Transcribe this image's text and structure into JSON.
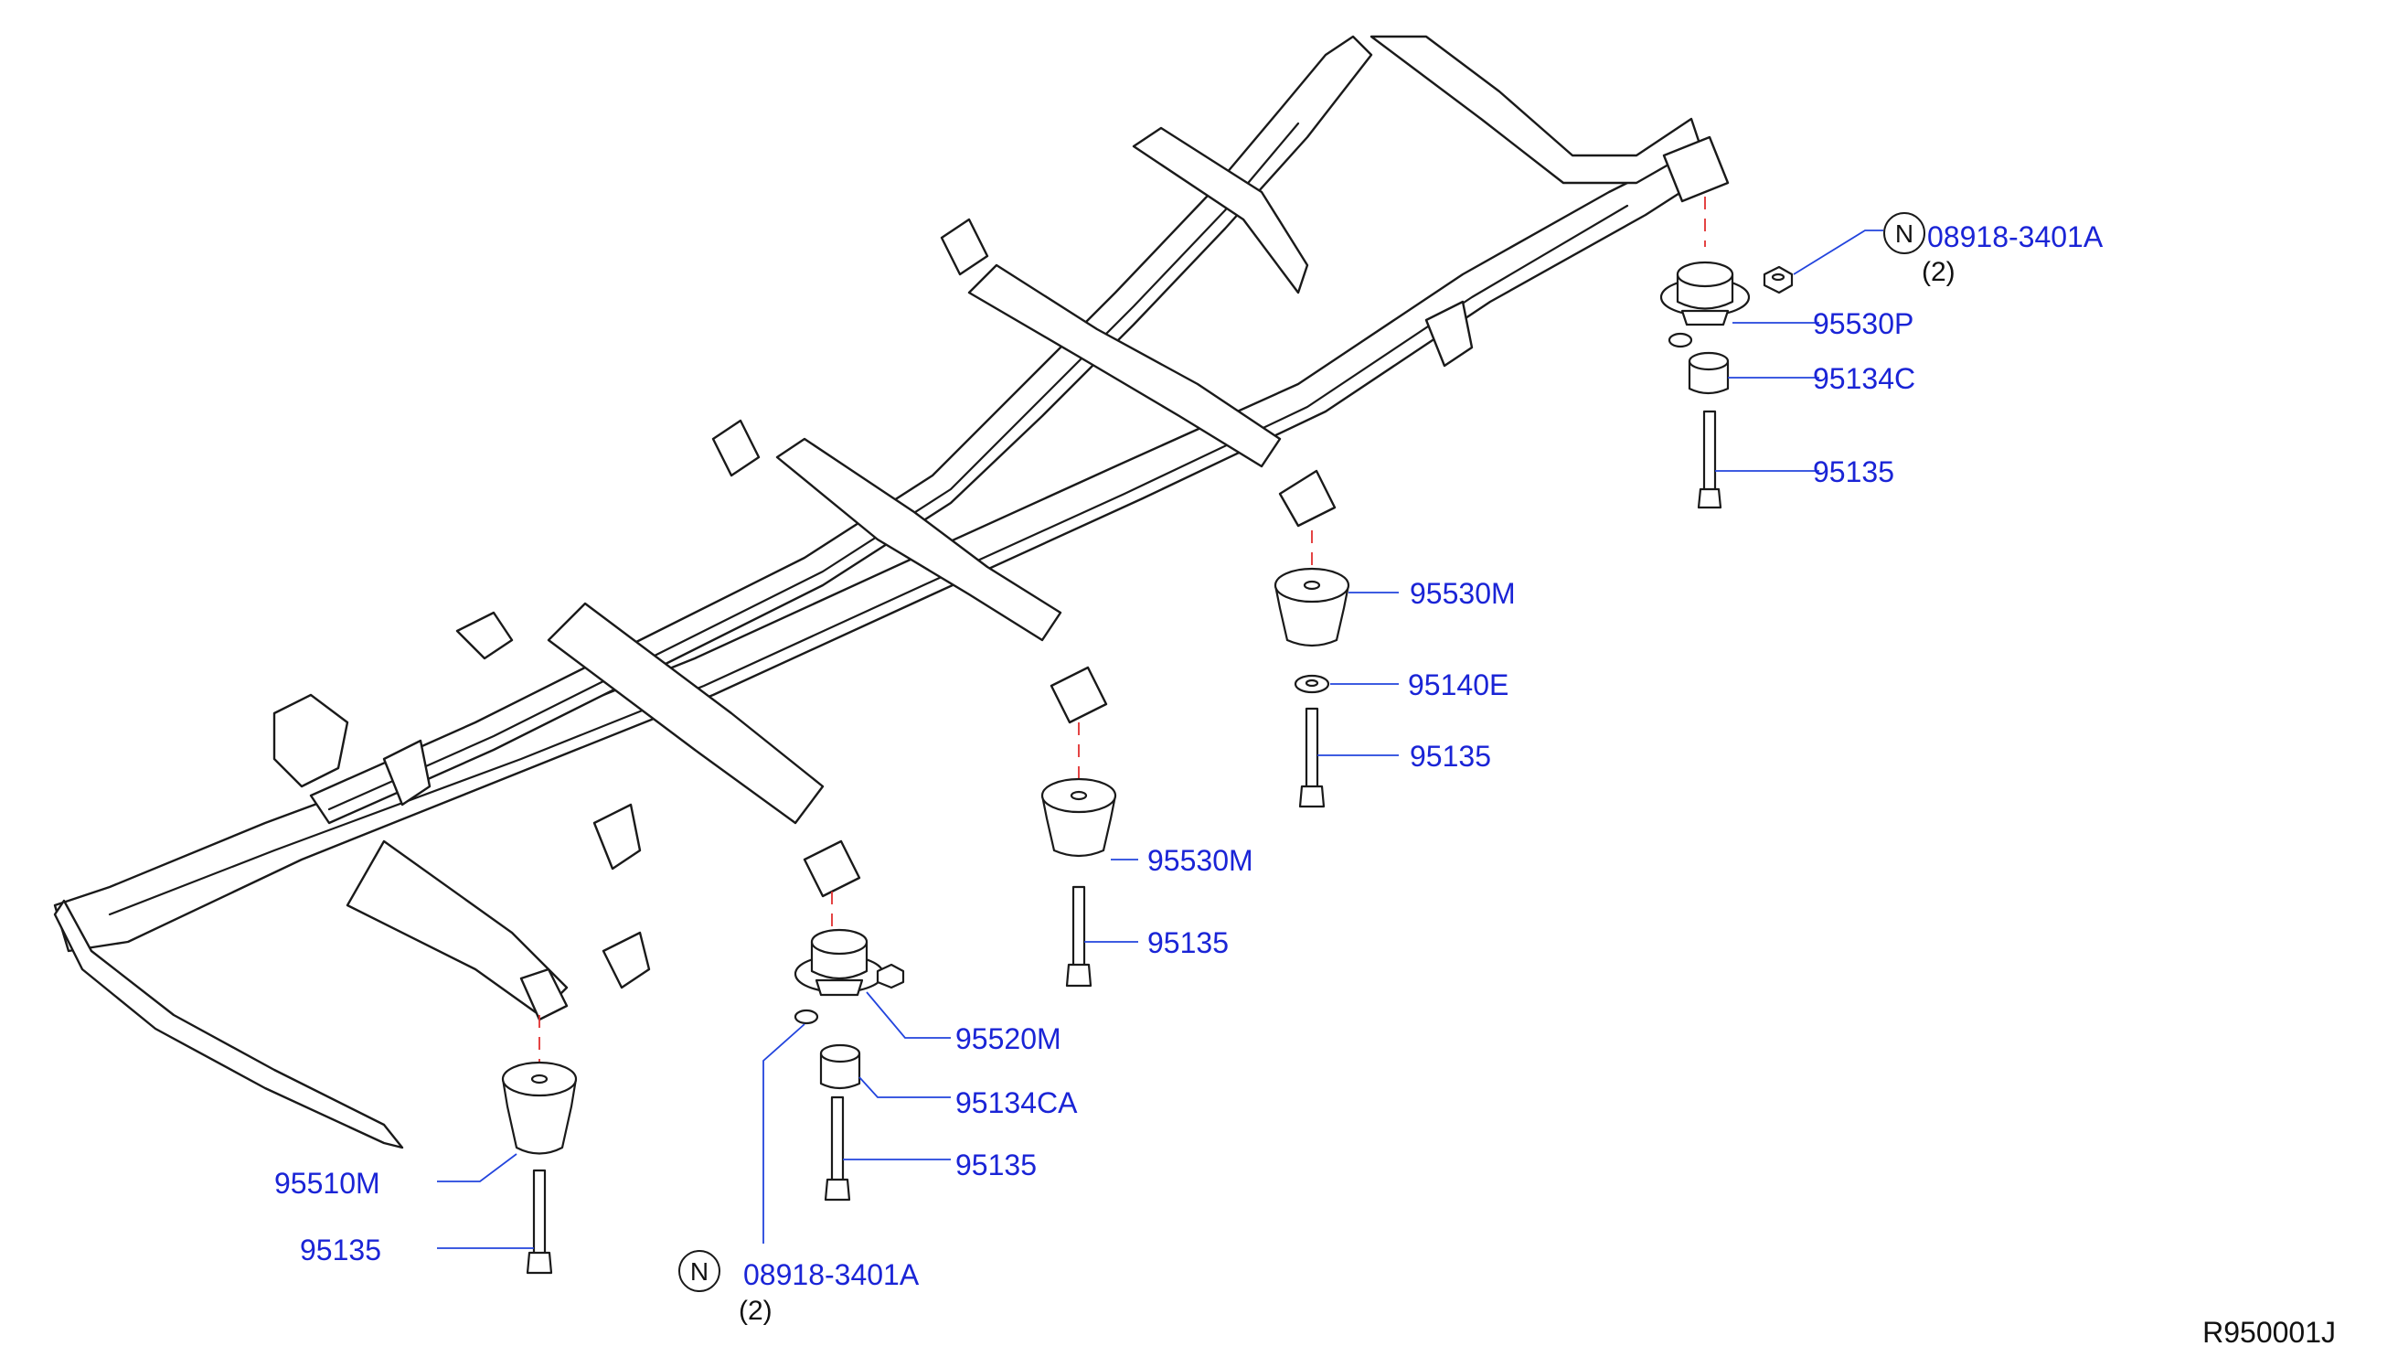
{
  "diagram": {
    "reference": "R950001J",
    "colors": {
      "label": "#1a24d6",
      "leader": "#2244dd",
      "centerline": "#e23030",
      "line": "#1a1a1a"
    },
    "nut_marker": "N",
    "parts": {
      "nut_rear": "08918-3401A",
      "nut_rear_qty": "(2)",
      "mount_rear": "95530P",
      "spacer_rear": "95134C",
      "bolt_rear": "95135",
      "mount_mid_rear": "95530M",
      "washer_mid_rear": "95140E",
      "bolt_mid_rear": "95135",
      "mount_mid": "95530M",
      "bolt_mid": "95135",
      "mount_front_mid": "95520M",
      "spacer_front_mid": "95134CA",
      "bolt_front_mid": "95135",
      "mount_front": "95510M",
      "bolt_front": "95135",
      "nut_front": "08918-3401A",
      "nut_front_qty": "(2)"
    }
  }
}
